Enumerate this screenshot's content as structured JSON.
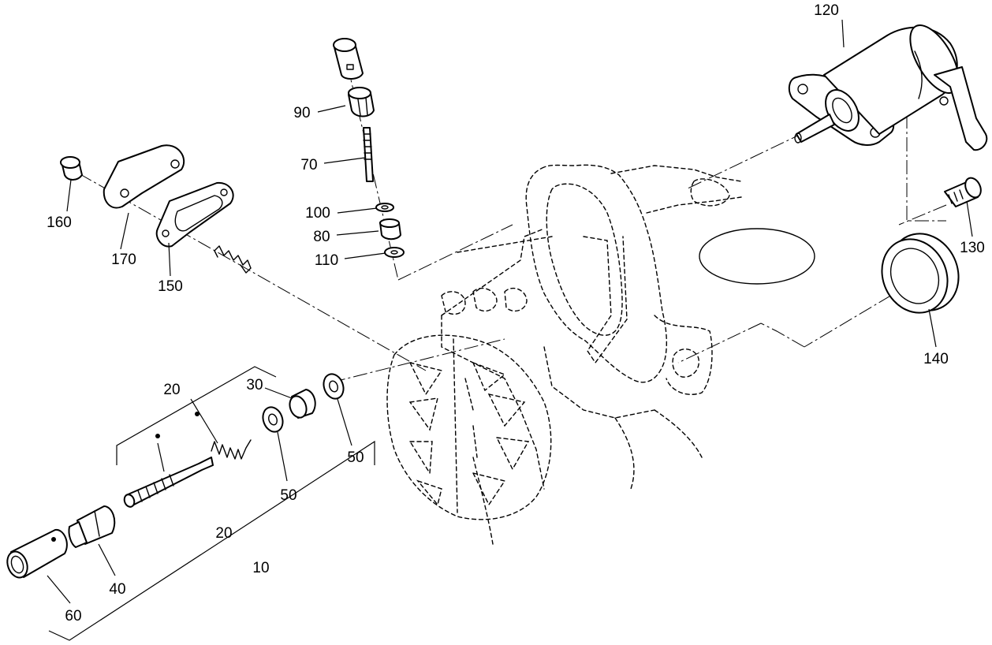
{
  "callouts": {
    "c120": "120",
    "c90": "90",
    "c70": "70",
    "c100": "100",
    "c80": "80",
    "c110": "110",
    "c160": "160",
    "c170": "170",
    "c150": "150",
    "c130": "130",
    "c140": "140",
    "c30": "30",
    "c20a": "20",
    "c20b": "20",
    "c50a": "50",
    "c50b": "50",
    "c40": "40",
    "c60": "60",
    "c10": "10"
  },
  "colors": {
    "line": "#000000",
    "background": "#ffffff"
  }
}
